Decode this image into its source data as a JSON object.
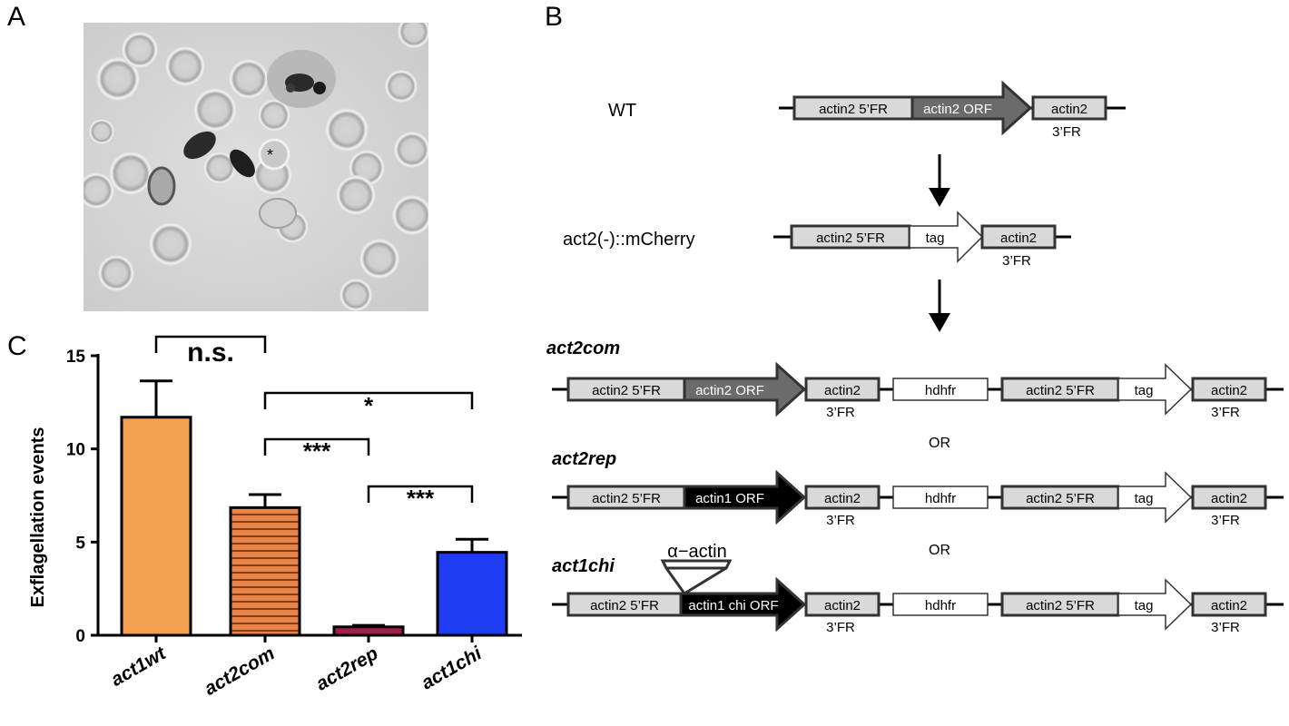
{
  "panels": {
    "a": {
      "letter": "A",
      "asterisk": "*"
    },
    "b": {
      "letter": "B"
    },
    "c": {
      "letter": "C"
    }
  },
  "colors": {
    "act1wt": "#f4a052",
    "act2com": "#e8834a",
    "act2rep": "#a0204a",
    "act1chi": "#1f3cf5",
    "orf_gray": "#6b6b6b",
    "fr_gray": "#d9d9d9",
    "orf_black": "#000000"
  },
  "chart_data": {
    "type": "bar",
    "categories": [
      "act1wt",
      "act2com",
      "act2rep",
      "act1chi"
    ],
    "values": [
      11.7,
      6.85,
      0.45,
      4.45
    ],
    "errors": [
      1.95,
      0.7,
      0.08,
      0.7
    ],
    "ylabel": "Exflagellation events",
    "ylim": [
      0,
      15
    ],
    "yticks": [
      "0",
      "5",
      "10",
      "15"
    ],
    "significance": [
      {
        "from": "act1wt",
        "to": "act2com",
        "label": "n.s."
      },
      {
        "from": "act2com",
        "to": "act1chi",
        "label": "*"
      },
      {
        "from": "act2com",
        "to": "act2rep",
        "label": "***"
      },
      {
        "from": "act2rep",
        "to": "act1chi",
        "label": "***"
      }
    ]
  },
  "diagram": {
    "wt": {
      "label": "WT",
      "fr5": "actin2 5’FR",
      "orf": "actin2 ORF",
      "fr3_line1": "actin2",
      "fr3_line2": "3’FR"
    },
    "cherry": {
      "label": "act2(-)::mCherry",
      "fr5": "actin2 5’FR",
      "tag": "tag",
      "fr3_line1": "actin2",
      "fr3_line2": "3’FR"
    },
    "rows": [
      {
        "label": "act2com",
        "fr5": "actin2 5’FR",
        "orf": "actin2 ORF",
        "fr3_line1": "actin2",
        "fr3_line2": "3’FR",
        "marker": "hdhfr",
        "fr5b": "actin2 5’FR",
        "tag": "tag",
        "fr3b_line1": "actin2",
        "fr3b_line2": "3’FR"
      },
      {
        "label": "act2rep",
        "fr5": "actin2 5’FR",
        "orf": "actin1 ORF",
        "fr3_line1": "actin2",
        "fr3_line2": "3’FR",
        "marker": "hdhfr",
        "fr5b": "actin2 5’FR",
        "tag": "tag",
        "fr3b_line1": "actin2",
        "fr3b_line2": "3’FR"
      },
      {
        "label": "act1chi",
        "fr5": "actin2 5’FR",
        "orf": "actin1 chi ORF",
        "fr3_line1": "actin2",
        "fr3_line2": "3’FR",
        "marker": "hdhfr",
        "fr5b": "actin2 5’FR",
        "tag": "tag",
        "fr3b_line1": "actin2",
        "fr3b_line2": "3’FR"
      }
    ],
    "or_label": "OR",
    "alpha_actin": "α−actin"
  }
}
